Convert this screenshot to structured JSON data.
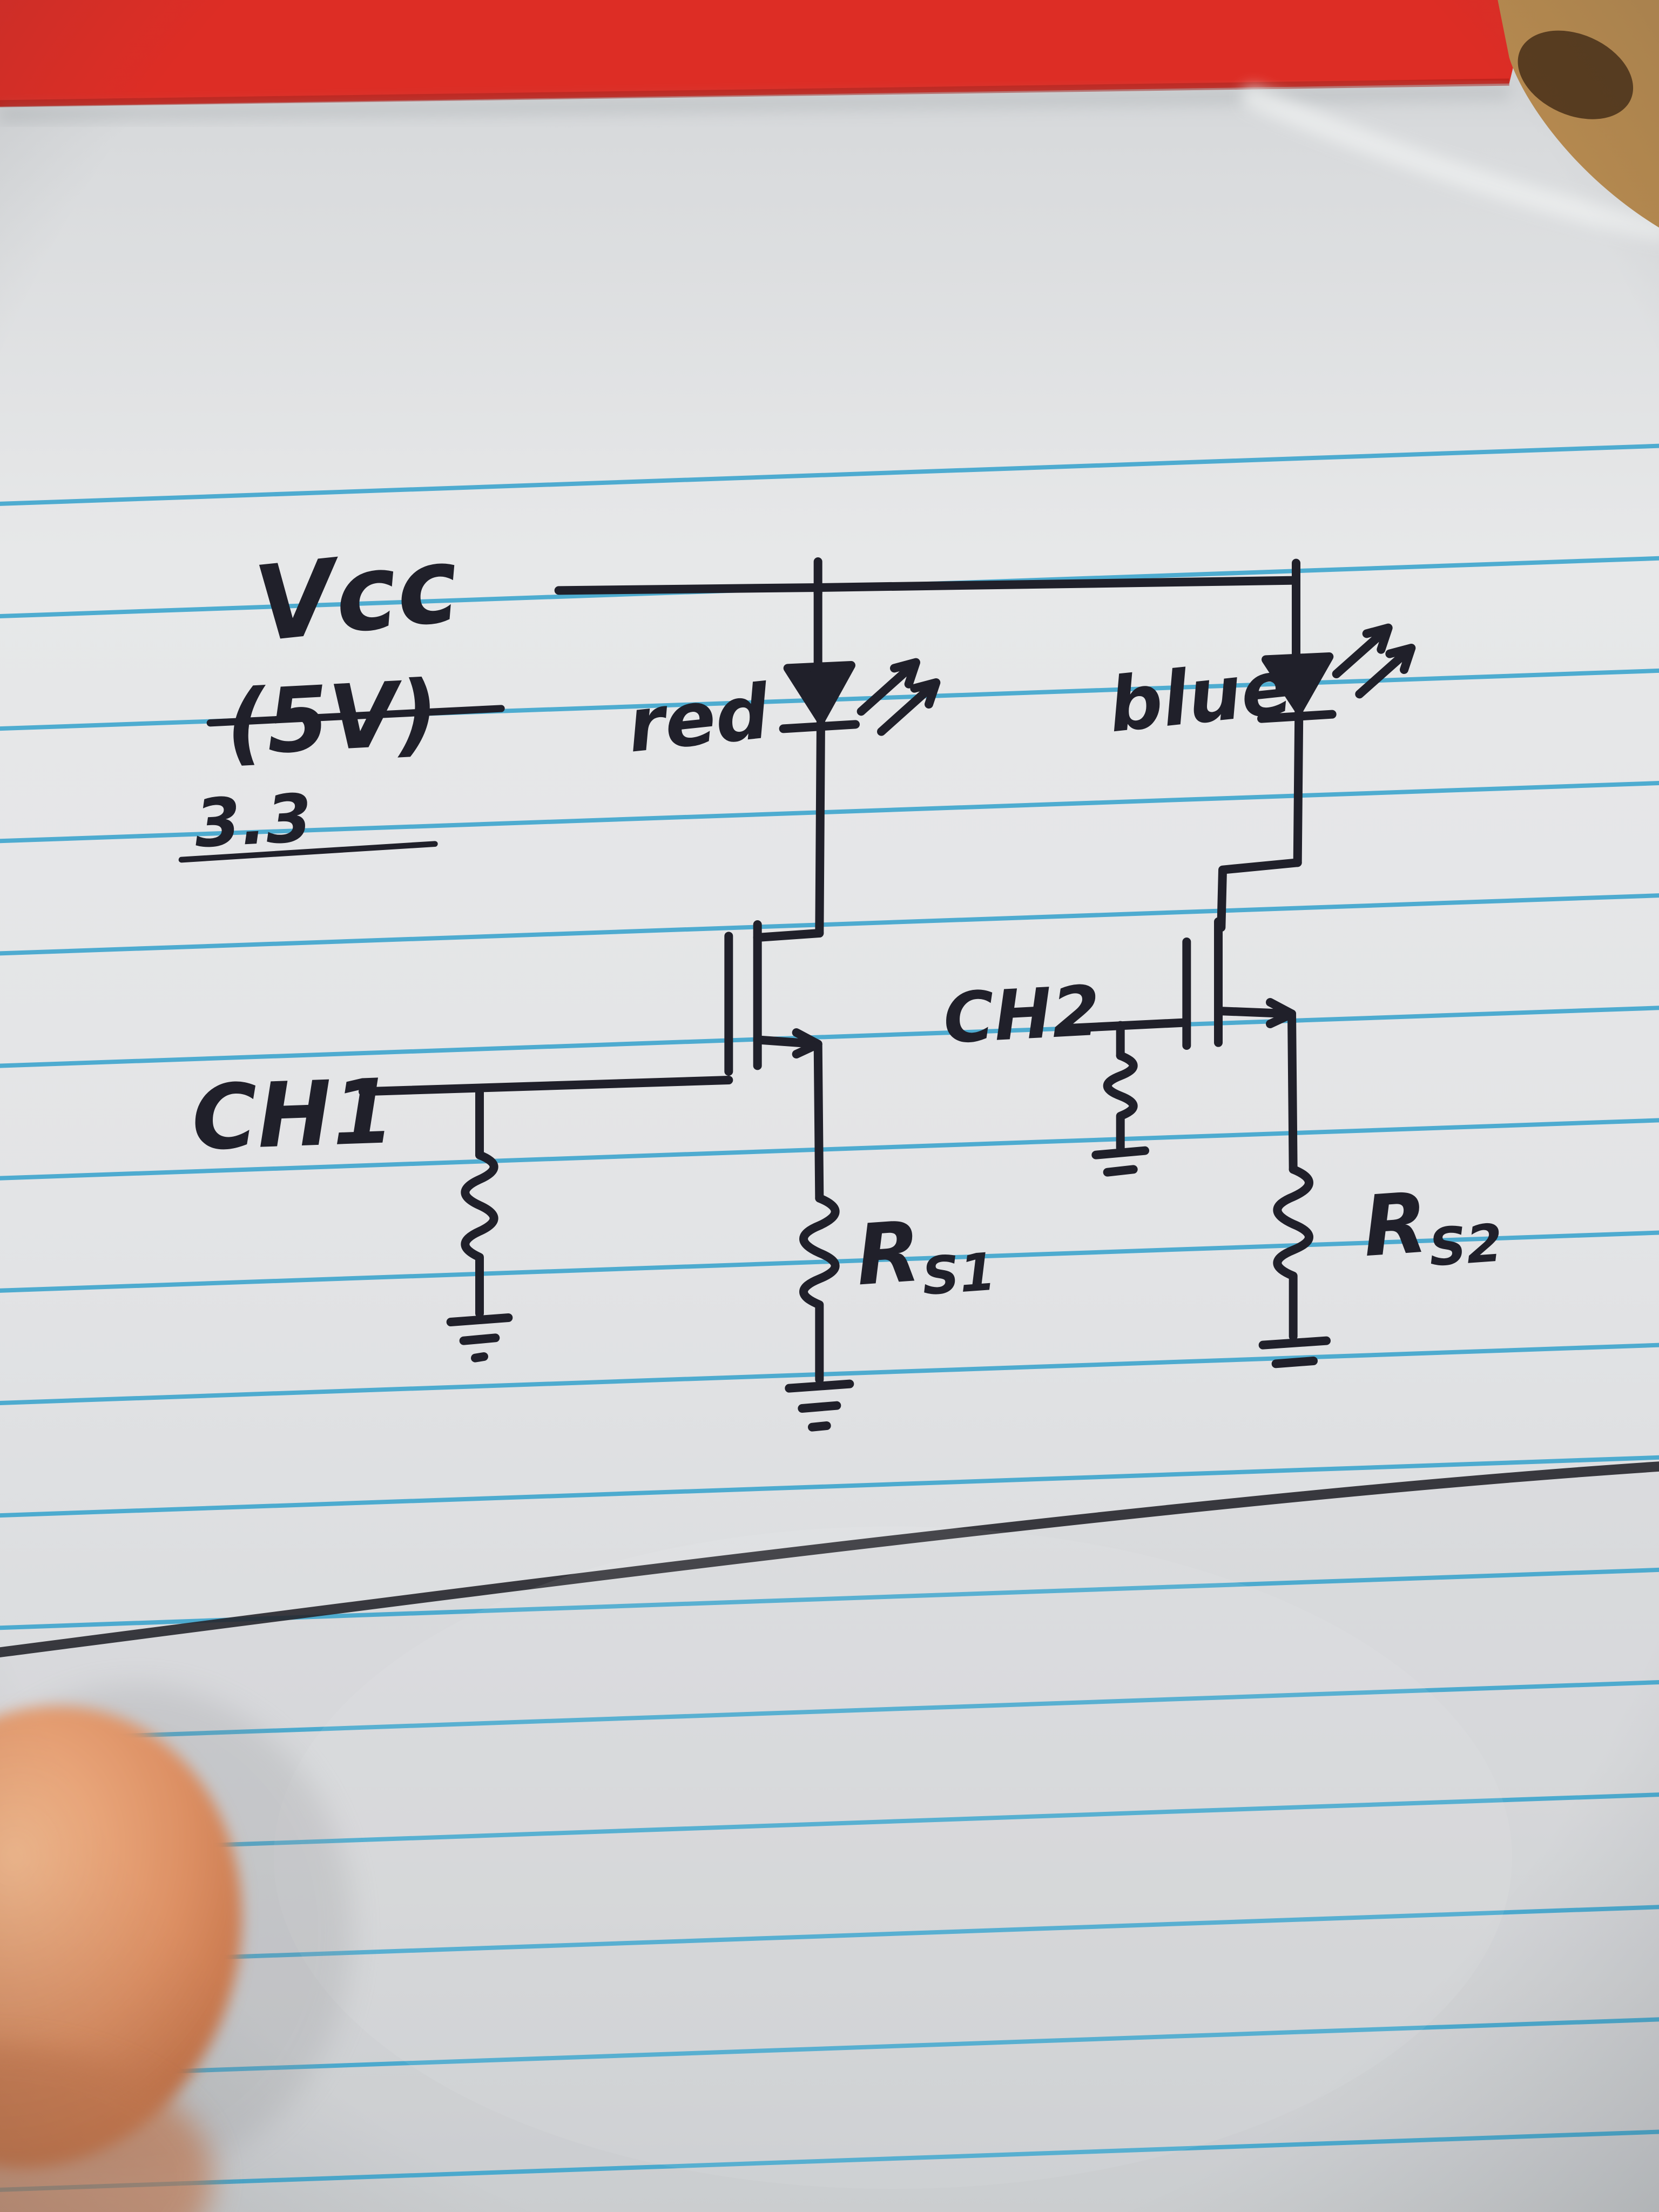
{
  "labels": {
    "vcc": "Vcc",
    "vcc_old": "(5V)",
    "vcc_new": "3.3",
    "led1": "red",
    "led2": "blue",
    "ch1": "CH1",
    "ch2": "CH2",
    "rs1": {
      "base": "R",
      "sub": "S1"
    },
    "rs2": {
      "base": "R",
      "sub": "S2"
    }
  },
  "colors": {
    "paper": "#e3e4e6",
    "paper_edge": "#c9ccce",
    "ruled_line": "#3aa4cd",
    "ink": "#20202a",
    "red_cover": "#dd2d25",
    "desk_wood": "#b5894f",
    "desk_dark": "#53381c",
    "finger_skin": "#dd9064",
    "page_edge_line": "#26262c"
  },
  "circuit": {
    "power_rail_label": "Vcc",
    "supply_note_crossed_out": "(5V)",
    "supply_note_new": "3.3",
    "branches": [
      {
        "led": "red",
        "transistor": "mosfet",
        "gate_input": "CH1",
        "source_resistor": "RS1",
        "gate_pulldown_to_ground": true
      },
      {
        "led": "blue",
        "transistor": "mosfet",
        "gate_input": "CH2",
        "source_resistor": "RS2",
        "gate_pulldown_to_ground": true
      }
    ]
  }
}
